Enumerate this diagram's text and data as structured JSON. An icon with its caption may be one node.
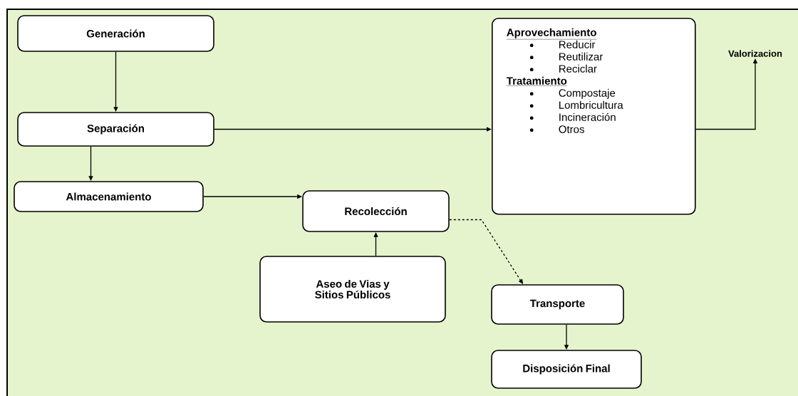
{
  "diagram": {
    "nodes": [
      {
        "text": [
          "Generación"
        ]
      },
      {
        "text": [
          "Aprovechamiento",
          "Reducir",
          "Reutilizar",
          "Reciclar",
          "Tratamiento",
          "Compostaje",
          "Lombricultura",
          "Incineración",
          "Otros"
        ]
      },
      {
        "text": [
          "Valorizacion"
        ]
      },
      {
        "text": [
          "Separación"
        ]
      },
      {
        "text": [
          "Almacenamiento"
        ]
      },
      {
        "text": [
          "Recolección"
        ]
      },
      {
        "text": [
          "Aseo de Vias y Sitios Públicos"
        ]
      },
      {
        "text": [
          "Transporte"
        ]
      },
      {
        "text": [
          "Disposición Final"
        ]
      }
    ],
    "edges": [
      {
        "from": 0,
        "to": 3,
        "arrow": "to"
      },
      {
        "from": 3,
        "to": 4,
        "arrow": "to"
      },
      {
        "from": 3,
        "to": 1,
        "arrow": "to"
      },
      {
        "from": 1,
        "to": 2,
        "arrow": "to"
      },
      {
        "from": 4,
        "to": 5,
        "arrow": "to"
      },
      {
        "from": 6,
        "to": 5,
        "arrow": "to"
      },
      {
        "from": 5,
        "to": 7,
        "arrow": "to",
        "style": "dashed"
      },
      {
        "from": 7,
        "to": 8,
        "arrow": "to"
      }
    ]
  }
}
